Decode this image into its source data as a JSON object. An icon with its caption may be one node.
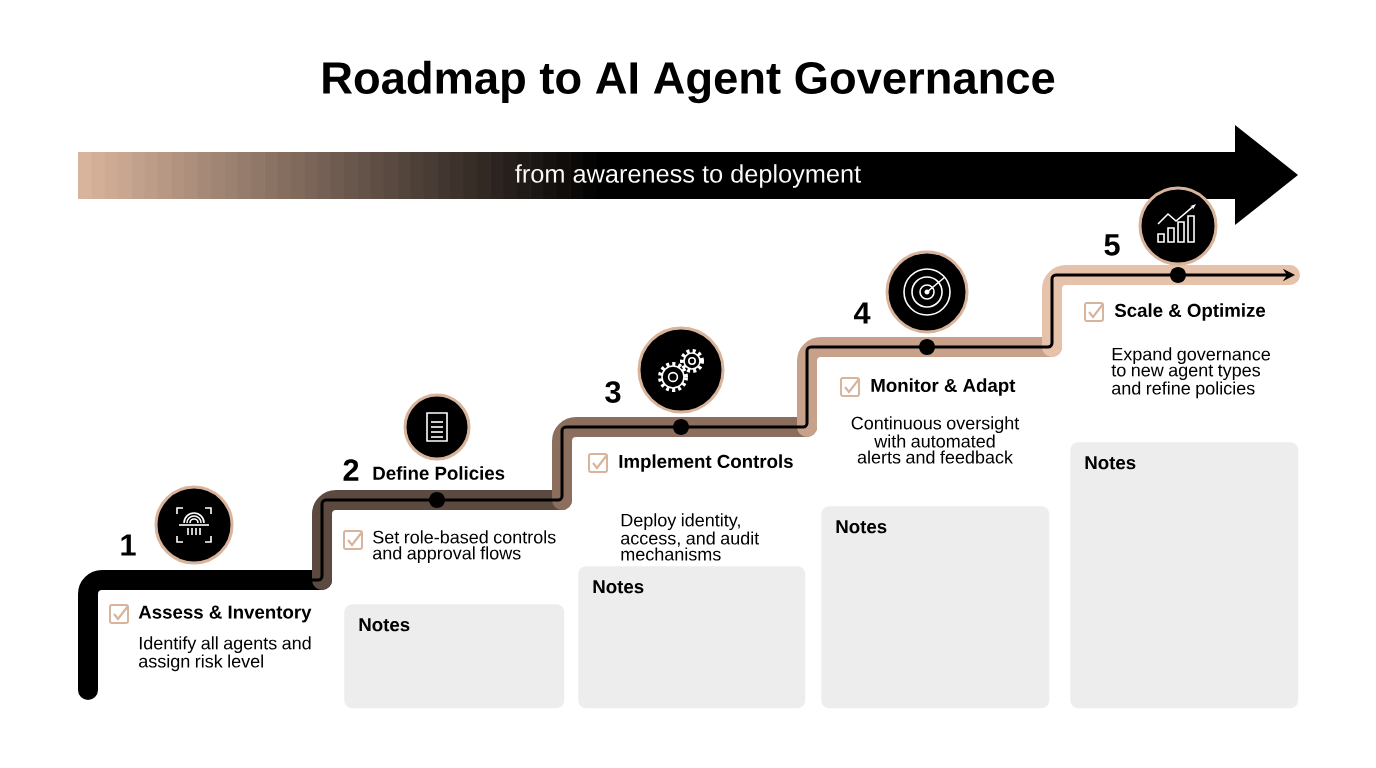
{
  "diagram": {
    "title": "Roadmap to AI Agent Governance",
    "nodes": [
      {
        "text": [
          "from awareness to deployment"
        ]
      },
      {
        "text": [
          "Notes"
        ]
      },
      {
        "text": [
          "Notes"
        ]
      },
      {
        "text": [
          "Notes"
        ]
      },
      {
        "text": [
          "Notes"
        ]
      }
    ],
    "labels": [
      "1",
      "Assess & Inventory",
      "Identify all agents and assign risk level",
      "2",
      "Define Policies",
      "Set role-based controls and approval flows",
      "3",
      "Implement Controls",
      "Deploy identity, access, and audit mechanisms",
      "4",
      "Monitor & Adapt",
      "Continuous oversight with automated alerts and feedback",
      "5",
      "Scale & Optimize",
      "Expand governance to new agent types and refine policies"
    ]
  }
}
